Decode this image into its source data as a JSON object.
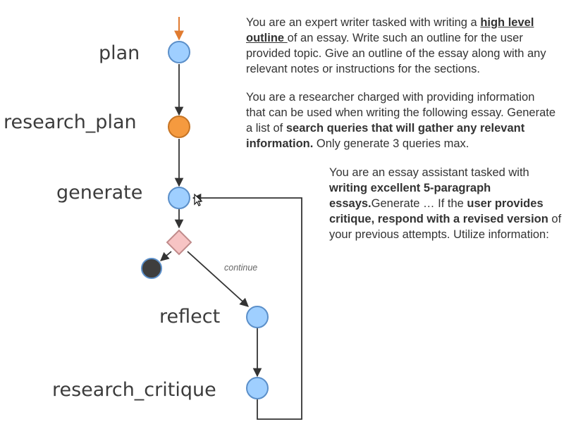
{
  "nodes": {
    "plan": {
      "label": "plan"
    },
    "research_plan": {
      "label": "research_plan"
    },
    "generate": {
      "label": "generate"
    },
    "reflect": {
      "label": "reflect"
    },
    "research_critique": {
      "label": "research_critique"
    }
  },
  "edges": {
    "continue_label": "continue"
  },
  "prompts": {
    "plan": {
      "t1": "You are an expert writer tasked with writing a ",
      "b1": "high level outline ",
      "t2": "of an essay. Write such an outline for the user provided topic. Give an outline of the essay along with any relevant notes or instructions for the sections."
    },
    "research_plan": {
      "t1": "You are a researcher charged with providing information that can be used when writing the following essay. Generate a list of ",
      "b1": "search queries that will gather any relevant information.",
      "t2": " Only generate 3 queries max."
    },
    "generate": {
      "t1": "You are an essay assistant tasked with ",
      "b1": "writing excellent 5-paragraph essays.",
      "t2": "Generate … If the ",
      "b2": "user provides critique, respond with a revised version",
      "t3": " of your previous attempts. Utilize information:"
    }
  },
  "colors": {
    "node_blue": "#9fcfff",
    "node_blue_stroke": "#5b8fc9",
    "node_orange": "#f59a3f",
    "node_orange_stroke": "#c67424",
    "decision_pink": "#f7c4c4",
    "decision_stroke": "#c08b8b",
    "end_dark": "#3e3e3e",
    "start_arrow": "#e07b30",
    "edge": "#333333"
  },
  "icons": {
    "cursor": "mouse-pointer-icon"
  }
}
